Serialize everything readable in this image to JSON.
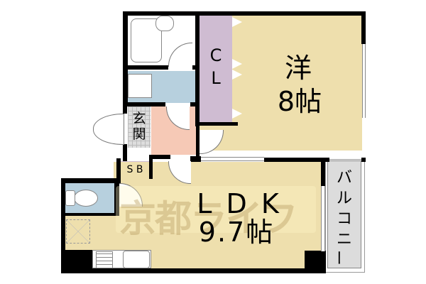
{
  "floorplan": {
    "rooms": {
      "western_room": {
        "name": "洋",
        "size": "8帖"
      },
      "closet": {
        "label_c": "C",
        "label_l": "L"
      },
      "entrance": {
        "label_1": "玄",
        "label_2": "関"
      },
      "shoe_box": {
        "label": "S B"
      },
      "ldk": {
        "name": "L D K",
        "size": "9.7帖"
      },
      "balcony": {
        "chars": [
          "バ",
          "ル",
          "コ",
          "ニ",
          "ー"
        ]
      }
    },
    "watermark": "京都ライフ",
    "colors": {
      "western_room": "#eedfad",
      "ldk": "#eedfad",
      "closet": "#cfbcd2",
      "entrance_hall": "#f6c9b6",
      "wet_area": "#b7d0de",
      "balcony": "#dcdcdc",
      "entrance_floor": "#dddddd",
      "wall": "#000000"
    }
  }
}
